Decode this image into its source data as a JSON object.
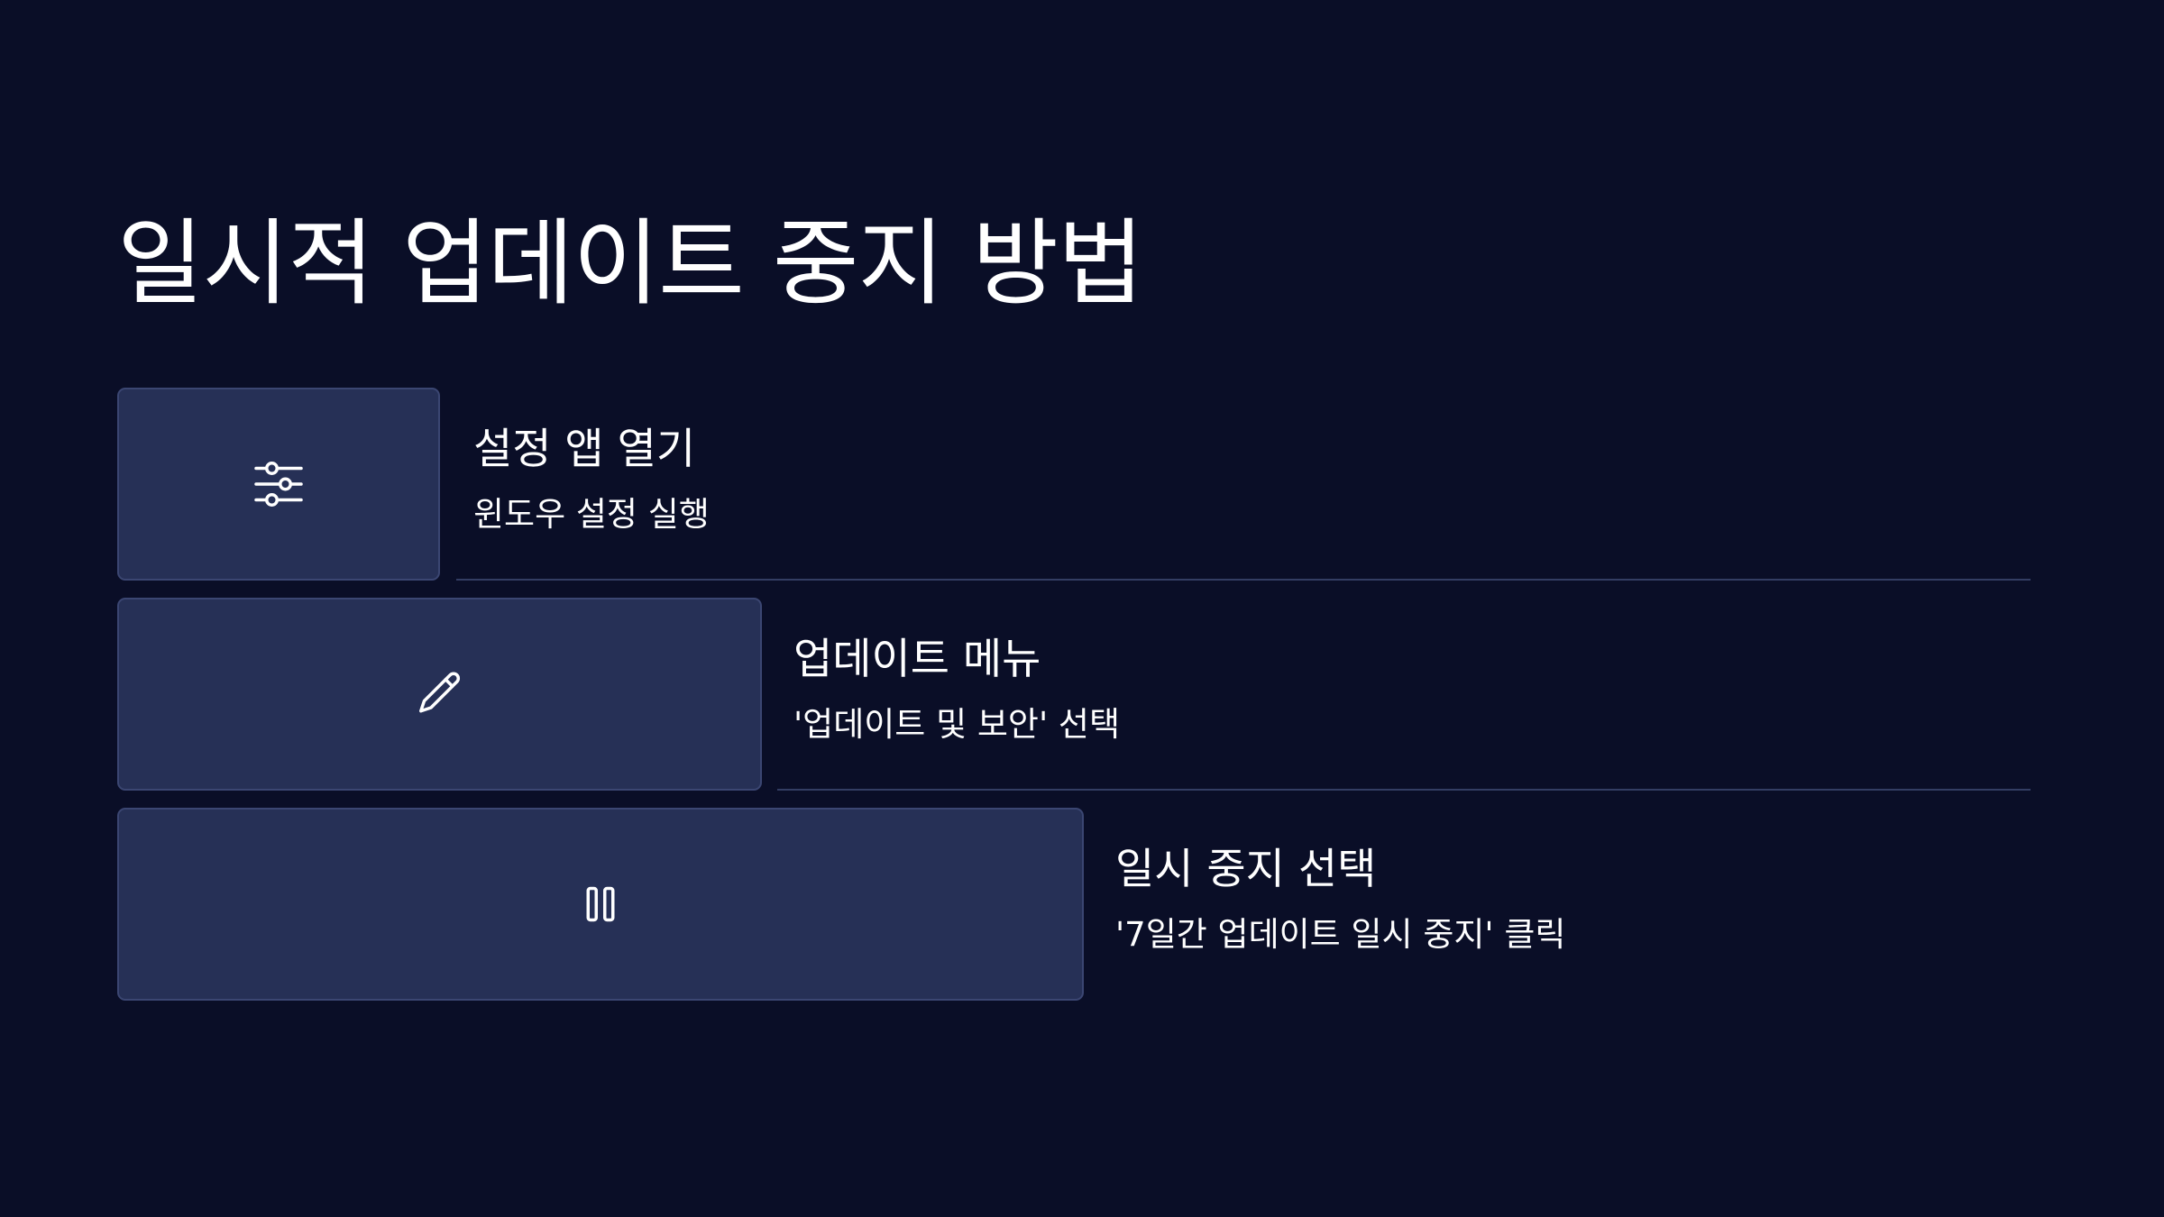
{
  "slide": {
    "title": "일시적 업데이트 중지 방법",
    "background_color": "#0a0e27",
    "card_color": "#263056",
    "card_border_color": "#3b4672",
    "divider_color": "#333d63"
  },
  "steps": [
    {
      "icon": "sliders-icon",
      "heading": "설정 앱 열기",
      "description": "윈도우 설정 실행"
    },
    {
      "icon": "pencil-icon",
      "heading": "업데이트 메뉴",
      "description": "'업데이트 및 보안' 선택"
    },
    {
      "icon": "pause-icon",
      "heading": "일시 중지 선택",
      "description": "'7일간 업데이트 일시 중지' 클릭"
    }
  ]
}
